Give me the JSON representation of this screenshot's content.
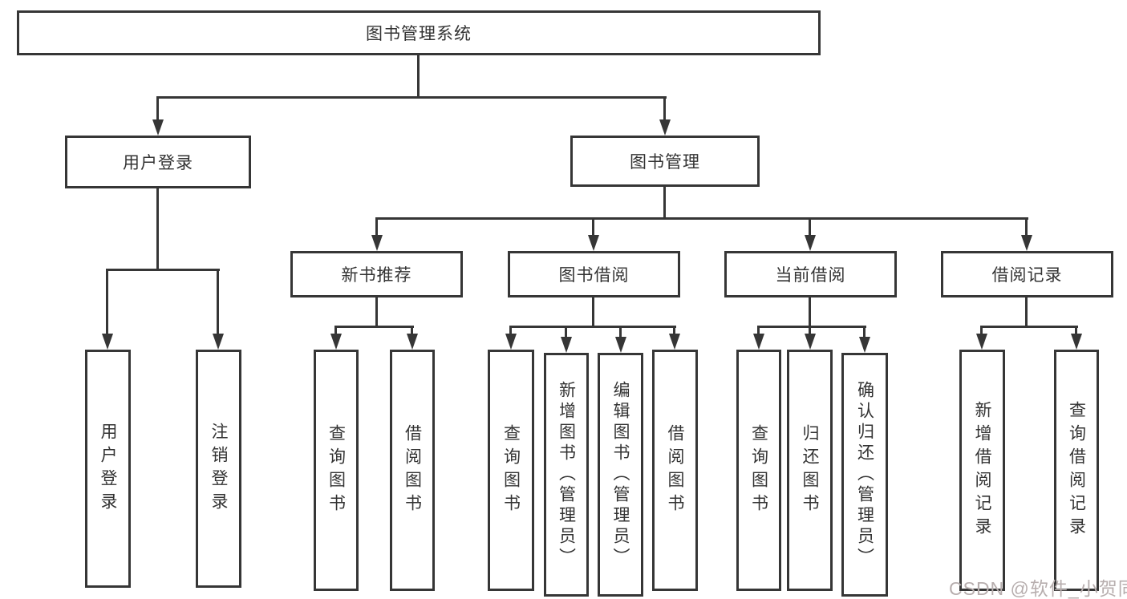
{
  "diagram": {
    "root": "图书管理系统",
    "user_branch": {
      "label": "用户登录",
      "leaves": [
        "用户登录",
        "注销登录"
      ]
    },
    "book_branch": {
      "label": "图书管理",
      "sections": [
        {
          "label": "新书推荐",
          "leaves": [
            "查询图书",
            "借阅图书"
          ]
        },
        {
          "label": "图书借阅",
          "leaves": [
            "查询图书",
            "新增图书（管理员）",
            "编辑图书（管理员）",
            "借阅图书"
          ]
        },
        {
          "label": "当前借阅",
          "leaves": [
            "查询图书",
            "归还图书",
            "确认归还（管理员）"
          ]
        },
        {
          "label": "借阅记录",
          "leaves": [
            "新增借阅记录",
            "查询借阅记录"
          ]
        }
      ]
    }
  },
  "watermark": "CSDN @软件_小贺同学",
  "colors": {
    "line": "#363636",
    "text": "#333333",
    "watermark": "#b7aeae",
    "background": "#ffffff"
  }
}
